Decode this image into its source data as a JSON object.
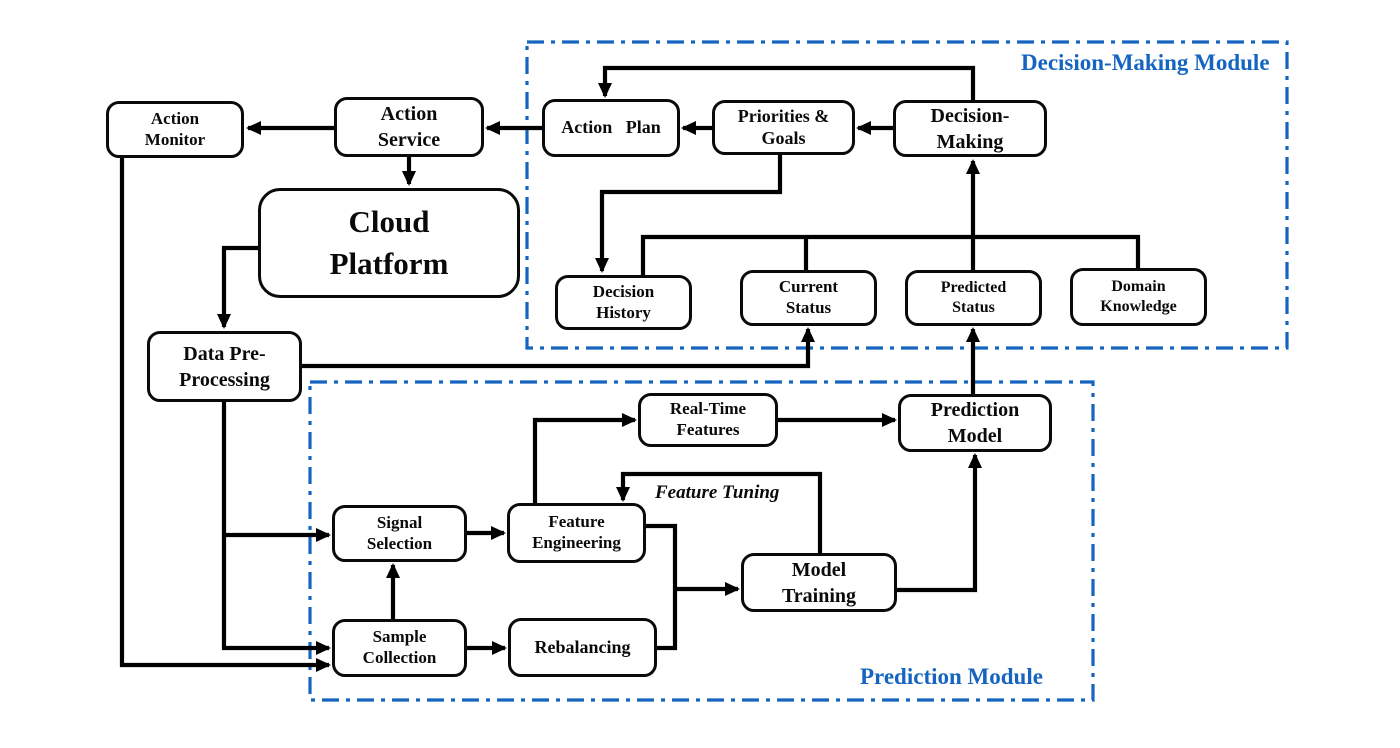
{
  "modules": {
    "decision": {
      "title": "Decision-Making Module"
    },
    "prediction": {
      "title": "Prediction Module"
    }
  },
  "nodes": {
    "action_monitor": {
      "label": "Action\nMonitor"
    },
    "action_service": {
      "label": "Action\nService"
    },
    "cloud_platform": {
      "label": "Cloud\nPlatform"
    },
    "data_preprocessing": {
      "label": "Data Pre-\nProcessing"
    },
    "action_plan": {
      "label": "Action Plan"
    },
    "priorities_goals": {
      "label": "Priorities &\nGoals"
    },
    "decision_making": {
      "label": "Decision-\nMaking"
    },
    "decision_history": {
      "label": "Decision\nHistory"
    },
    "current_status": {
      "label": "Current\nStatus"
    },
    "predicted_status": {
      "label": "Predicted\nStatus"
    },
    "domain_knowledge": {
      "label": "Domain\nKnowledge"
    },
    "real_time_features": {
      "label": "Real-Time\nFeatures"
    },
    "prediction_model": {
      "label": "Prediction\nModel"
    },
    "signal_selection": {
      "label": "Signal\nSelection"
    },
    "feature_engineering": {
      "label": "Feature\nEngineering"
    },
    "model_training": {
      "label": "Model\nTraining"
    },
    "sample_collection": {
      "label": "Sample\nCollection"
    },
    "rebalancing": {
      "label": "Rebalancing"
    }
  },
  "annotations": {
    "feature_tuning": "Feature Tuning"
  },
  "colors": {
    "accent": "#1565c0",
    "line": "#000000",
    "node_background": "#ffffff"
  }
}
